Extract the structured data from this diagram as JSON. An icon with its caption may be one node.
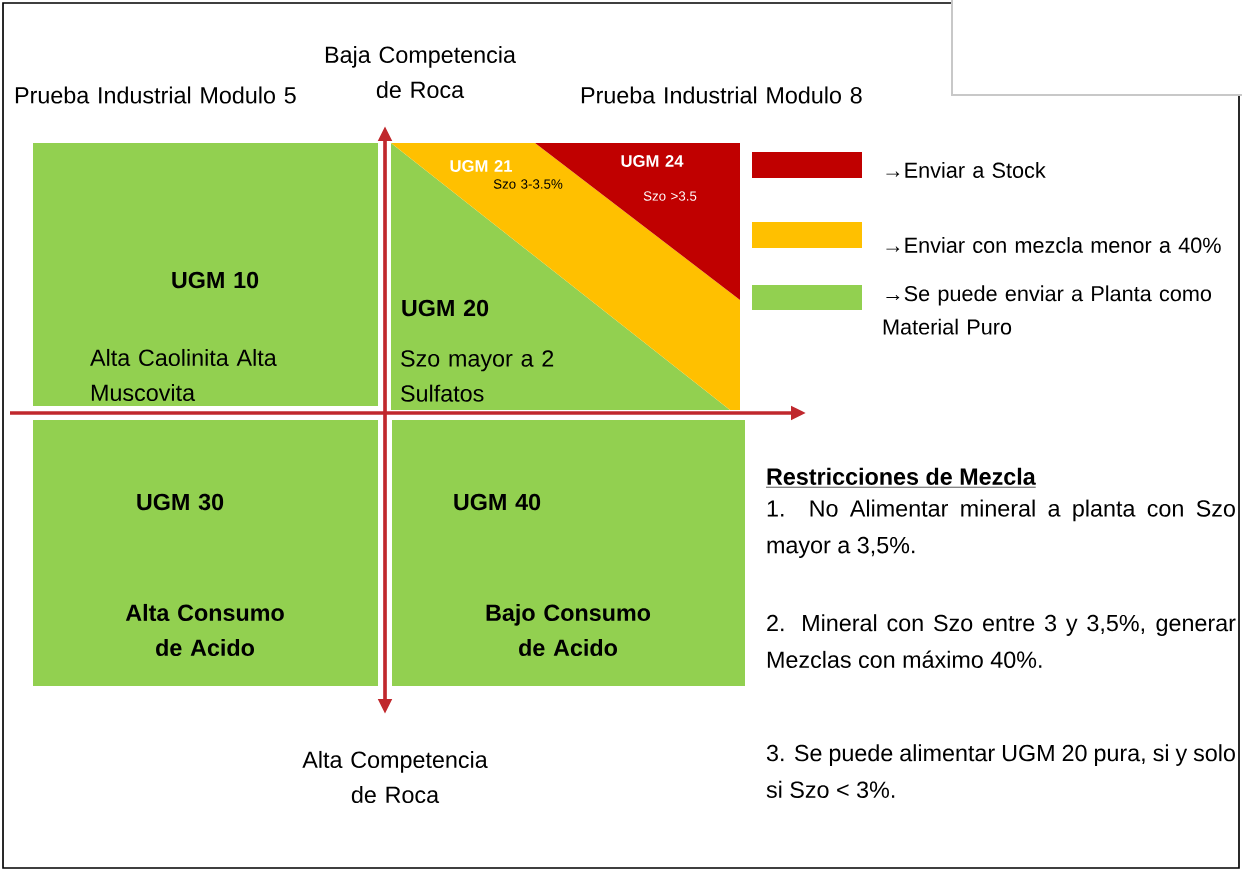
{
  "diagram": {
    "nodes": [
      {
        "text": [
          "UGM 10",
          "Alta Caolinita Alta Muscovita"
        ]
      },
      {
        "text": [
          "UGM 20",
          "Szo mayor a 2 Sulfatos"
        ]
      },
      {
        "text": [
          "UGM 21",
          "Szo 3-3.5%"
        ]
      },
      {
        "text": [
          "UGM 24",
          "Szo >3.5"
        ]
      },
      {
        "text": [
          "UGM 30",
          "Alta Consumo de Acido"
        ]
      },
      {
        "text": [
          "UGM 40",
          "Bajo Consumo de Acido"
        ]
      }
    ],
    "labels": [
      "Prueba Industrial Modulo 5",
      "Baja Competencia de Roca",
      "Prueba Industrial Modulo 8",
      "Alta Competencia de Roca",
      "Restricciones de Mezcla",
      "1. No Alimentar mineral a planta con Szo mayor a 3,5%.",
      "2. Mineral con Szo entre 3 y 3,5%, generar Mezclas con máximo 40%.",
      "3. Se puede alimentar UGM 20 pura, si y solo si Szo < 3%."
    ],
    "legend": [
      {
        "text": "→Enviar a Stock",
        "color": "#c00000"
      },
      {
        "text": "→Enviar con mezcla menor a 40%",
        "color": "#ffc000"
      },
      {
        "text": "→Se puede enviar a Planta como Material Puro",
        "color": "#92d050"
      }
    ]
  }
}
